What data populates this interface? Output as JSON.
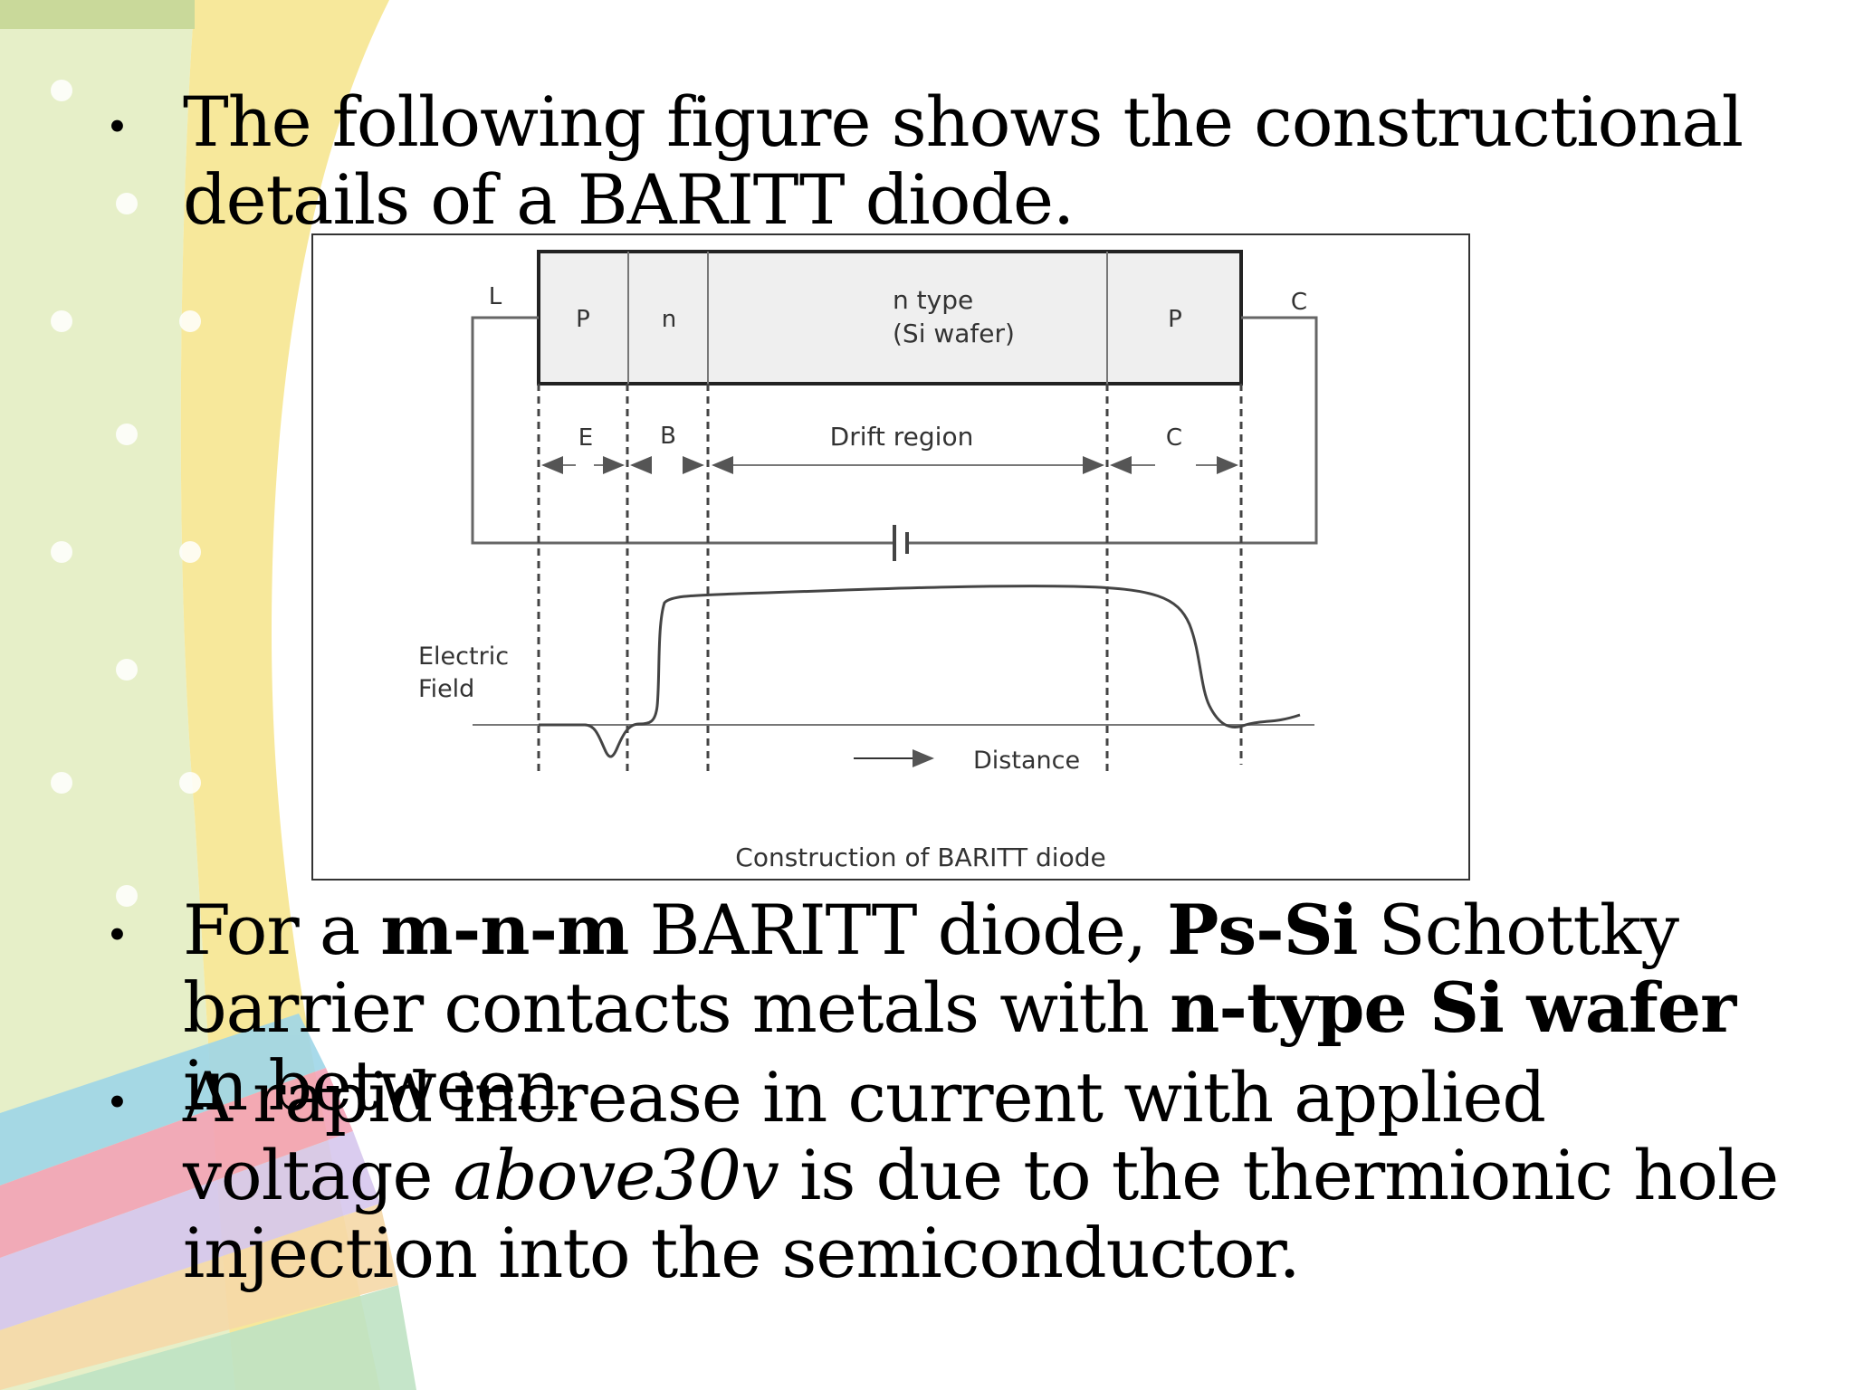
{
  "bullets": [
    {
      "id": "b1",
      "segments": [
        {
          "text": "The following figure shows the constructional details of a BARITT diode.",
          "style": "normal"
        }
      ]
    },
    {
      "id": "b2",
      "segments": [
        {
          "text": "For a ",
          "style": "normal"
        },
        {
          "text": "m-n-m",
          "style": "bold"
        },
        {
          "text": " BARITT diode, ",
          "style": "normal"
        },
        {
          "text": "Ps-Si",
          "style": "bold"
        },
        {
          "text": " Schottky barrier contacts metals with ",
          "style": "normal"
        },
        {
          "text": "n-type Si wafer",
          "style": "bold"
        },
        {
          "text": " in between.",
          "style": "normal"
        }
      ]
    },
    {
      "id": "b3",
      "segments": [
        {
          "text": "A rapid increase in current with applied voltage ",
          "style": "normal"
        },
        {
          "text": "above30v",
          "style": "italic"
        },
        {
          "text": " is due to the thermionic hole injection into the semiconductor.",
          "style": "normal"
        }
      ]
    }
  ],
  "figure": {
    "caption": "Construction of BARITT diode",
    "terminal_left": "L",
    "terminal_right": "C",
    "layers": {
      "p_left": "P",
      "n": "n",
      "n_type_line1": "n type",
      "n_type_line2": "(Si wafer)",
      "p_right": "P"
    },
    "regions": {
      "emitter": "E",
      "base": "B",
      "drift": "Drift region",
      "collector": "C"
    },
    "field_label_line1": "Electric",
    "field_label_line2": "Field",
    "distance_label": "Distance"
  },
  "colors": {
    "background_green": "#e6efc8",
    "stripe_yellow": "#f6e48a",
    "text": "#000000",
    "diagram_line": "#333333",
    "diode_fill": "#efefef"
  }
}
